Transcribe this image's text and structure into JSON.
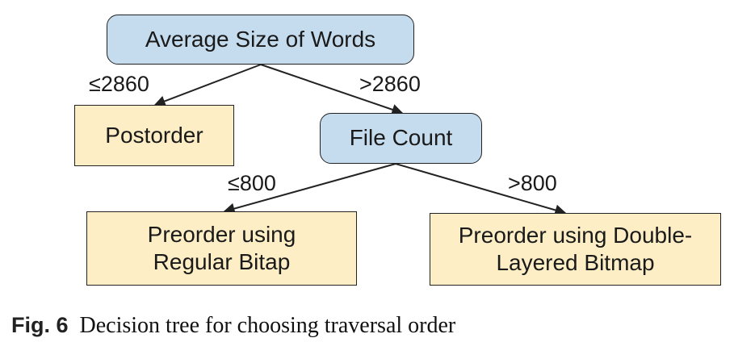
{
  "diagram": {
    "root": {
      "label": "Average Size of Words"
    },
    "file_count": {
      "label": "File Count"
    },
    "postorder": {
      "label": "Postorder"
    },
    "preorder_regular": {
      "line1": "Preorder using",
      "line2": "Regular Bitap"
    },
    "preorder_double": {
      "line1": "Preorder using Double-",
      "line2": "Layered Bitmap"
    },
    "edges": {
      "root_left": "≤2860",
      "root_right": ">2860",
      "count_left": "≤800",
      "count_right": ">800"
    },
    "colors": {
      "decision_fill": "#c5dcee",
      "leaf_fill": "#fdeec6",
      "stroke": "#222222"
    }
  },
  "caption": {
    "figure_label": "Fig. 6",
    "text": "Decision tree for choosing traversal order"
  }
}
